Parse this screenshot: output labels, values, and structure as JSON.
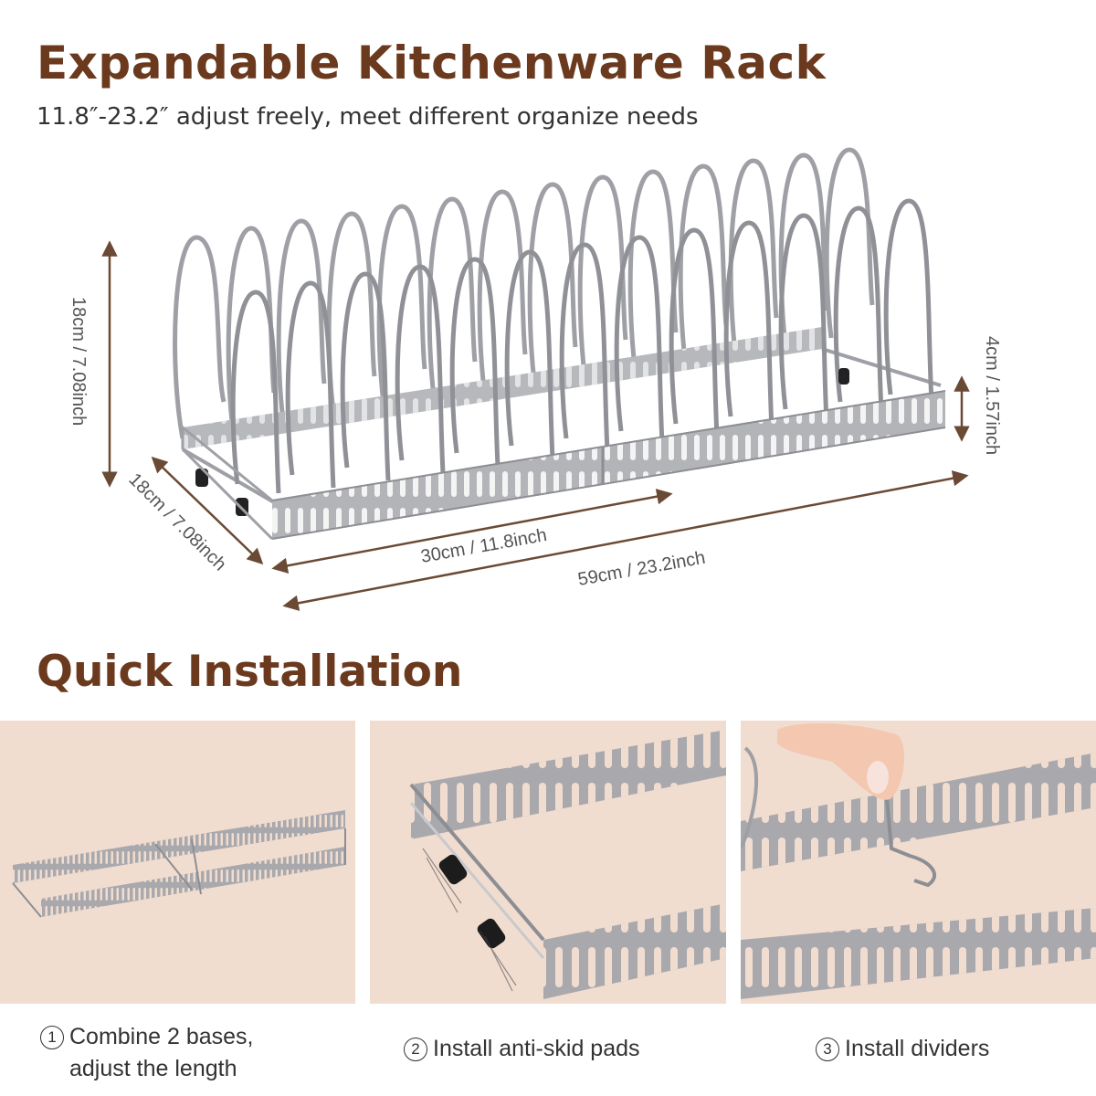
{
  "header": {
    "title": "Expandable Kitchenware Rack",
    "subtitle": "11.8″-23.2″ adjust freely, meet different organize needs"
  },
  "dimensions": {
    "height": "18cm / 7.08inch",
    "depth": "18cm / 7.08inch",
    "base_height": "4cm / 1.57inch",
    "min_length": "30cm / 11.8inch",
    "max_length": "59cm / 23.2inch"
  },
  "installation": {
    "title": "Quick Installation",
    "steps": [
      {
        "number": "1",
        "line1": "Combine 2 bases,",
        "line2": "adjust the length"
      },
      {
        "number": "2",
        "line1": "Install anti-skid pads"
      },
      {
        "number": "3",
        "line1": "Install dividers"
      }
    ]
  },
  "colors": {
    "title_brown": "#6b3a1e",
    "arrow_brown": "#6b4a35",
    "panel_bg": "#f1ddd0",
    "metal": "#a9a9ad"
  }
}
